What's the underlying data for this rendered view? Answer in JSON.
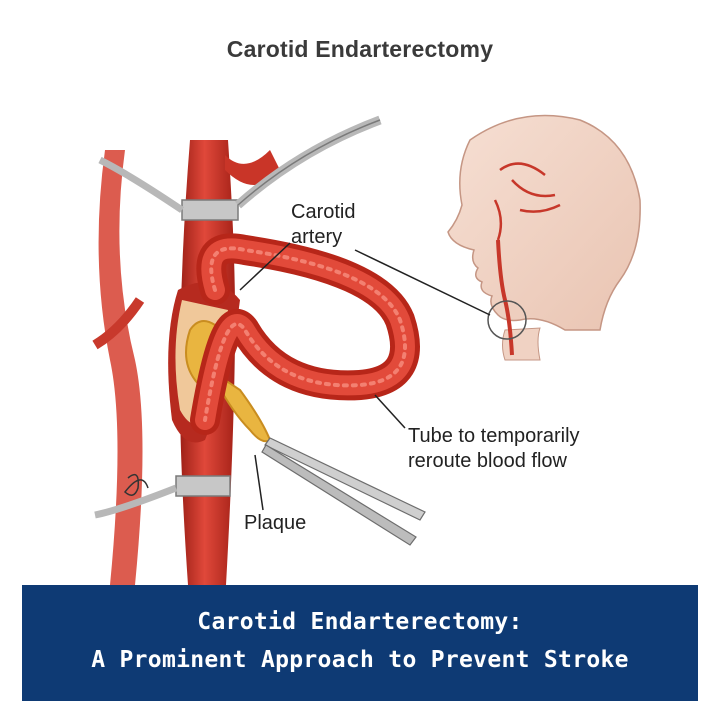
{
  "title": "Carotid Endarterectomy",
  "labels": {
    "carotid_line1": "Carotid",
    "carotid_line2": "artery",
    "tube_line1": "Tube to temporarily",
    "tube_line2": "reroute blood flow",
    "plaque": "Plaque"
  },
  "banner": {
    "line1": "Carotid Endarterectomy:",
    "line2": "A Prominent Approach to Prevent Stroke"
  },
  "colors": {
    "artery": "#d33a2c",
    "artery_dark": "#a8231a",
    "plaque": "#e9b540",
    "banner_bg": "#0e3a74"
  }
}
